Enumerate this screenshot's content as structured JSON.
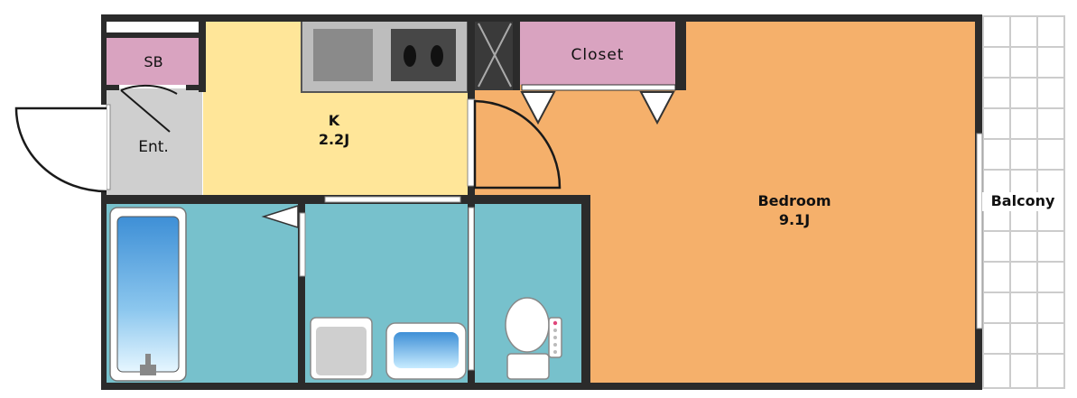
{
  "rooms": {
    "storage": {
      "name": "SB"
    },
    "closet": {
      "name": "Closet"
    },
    "entrance": {
      "name": "Ent."
    },
    "kitchen": {
      "name": "K",
      "size": "2.2J"
    },
    "bedroom": {
      "name": "Bedroom",
      "size": "9.1J"
    },
    "balcony": {
      "name": "Balcony"
    }
  },
  "colors": {
    "wall": "#2b2b2b",
    "kitchen": "#ffe699",
    "bedroom": "#f5b06b",
    "wet_area": "#77c1cc",
    "storage": "#d9a3c0",
    "entrance": "#cfcfcf",
    "balcony_grid": "#cccccc"
  }
}
